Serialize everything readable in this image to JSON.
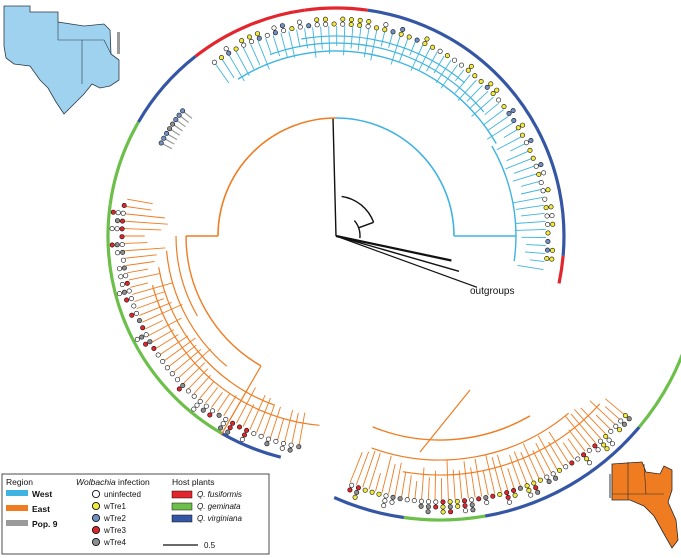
{
  "outgroups_label": "outgroups",
  "colors": {
    "west": "#3fb4e0",
    "east": "#f07c22",
    "pop9": "#9a9a9a",
    "outgroup_branch": "#111111",
    "uninfected": "#ffffff",
    "wTre1": "#f2ea3a",
    "wTre2": "#6f8fc7",
    "wTre3": "#e0242c",
    "wTre4": "#8e8e8e",
    "q_fusiformis": "#e3262e",
    "q_geminata": "#6cc04a",
    "q_virginiana": "#3456a4",
    "map_west": "#9fd2ee",
    "map_east": "#f07c22"
  },
  "legend": {
    "region": {
      "title": "Region",
      "items": [
        {
          "label": "West",
          "color_key": "west"
        },
        {
          "label": "East",
          "color_key": "east"
        },
        {
          "label": "Pop. 9",
          "color_key": "pop9"
        }
      ]
    },
    "infection": {
      "title_italic": "Wolbachia",
      "title_rest": " infection",
      "items": [
        {
          "label": "uninfected",
          "color_key": "uninfected"
        },
        {
          "label": "wTre1",
          "color_key": "wTre1"
        },
        {
          "label": "wTre2",
          "color_key": "wTre2"
        },
        {
          "label": "wTre3",
          "color_key": "wTre3"
        },
        {
          "label": "wTre4",
          "color_key": "wTre4"
        }
      ]
    },
    "host": {
      "title": "Host plants",
      "items": [
        {
          "label_italic": "Q. fusiformis",
          "color_key": "q_fusiformis"
        },
        {
          "label_italic": "Q. geminata",
          "color_key": "q_geminata"
        },
        {
          "label_italic": "Q. virginiana",
          "color_key": "q_virginiana"
        }
      ]
    },
    "scale_label": "0.5"
  }
}
